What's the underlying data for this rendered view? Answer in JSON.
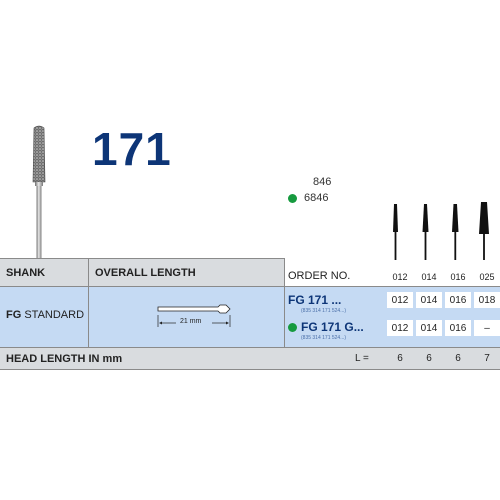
{
  "product": {
    "number": "171",
    "variant_a": "846",
    "variant_b": "6846",
    "accent_color": "#0d3577",
    "green_dot_color": "#169a3f"
  },
  "table": {
    "shank_header": "SHANK",
    "overall_length_header": "OVERALL LENGTH",
    "order_no_header": "ORDER NO.",
    "sizes": [
      "012",
      "014",
      "016",
      "025"
    ],
    "shank_type_bold": "FG",
    "shank_type_rest": " STANDARD",
    "shank_length": "21 mm",
    "orders": [
      {
        "code": "FG 171   ...",
        "subcode": "(835 314 171 524...)",
        "values": [
          "012",
          "014",
          "016",
          "018"
        ]
      },
      {
        "code": "FG 171 G...",
        "subcode": "(835 314 171 524...)",
        "values": [
          "012",
          "014",
          "016",
          "–"
        ]
      }
    ],
    "head_length_label": "HEAD LENGTH IN mm",
    "head_length_symbol": "L =",
    "head_lengths": [
      "6",
      "6",
      "6",
      "7"
    ]
  }
}
